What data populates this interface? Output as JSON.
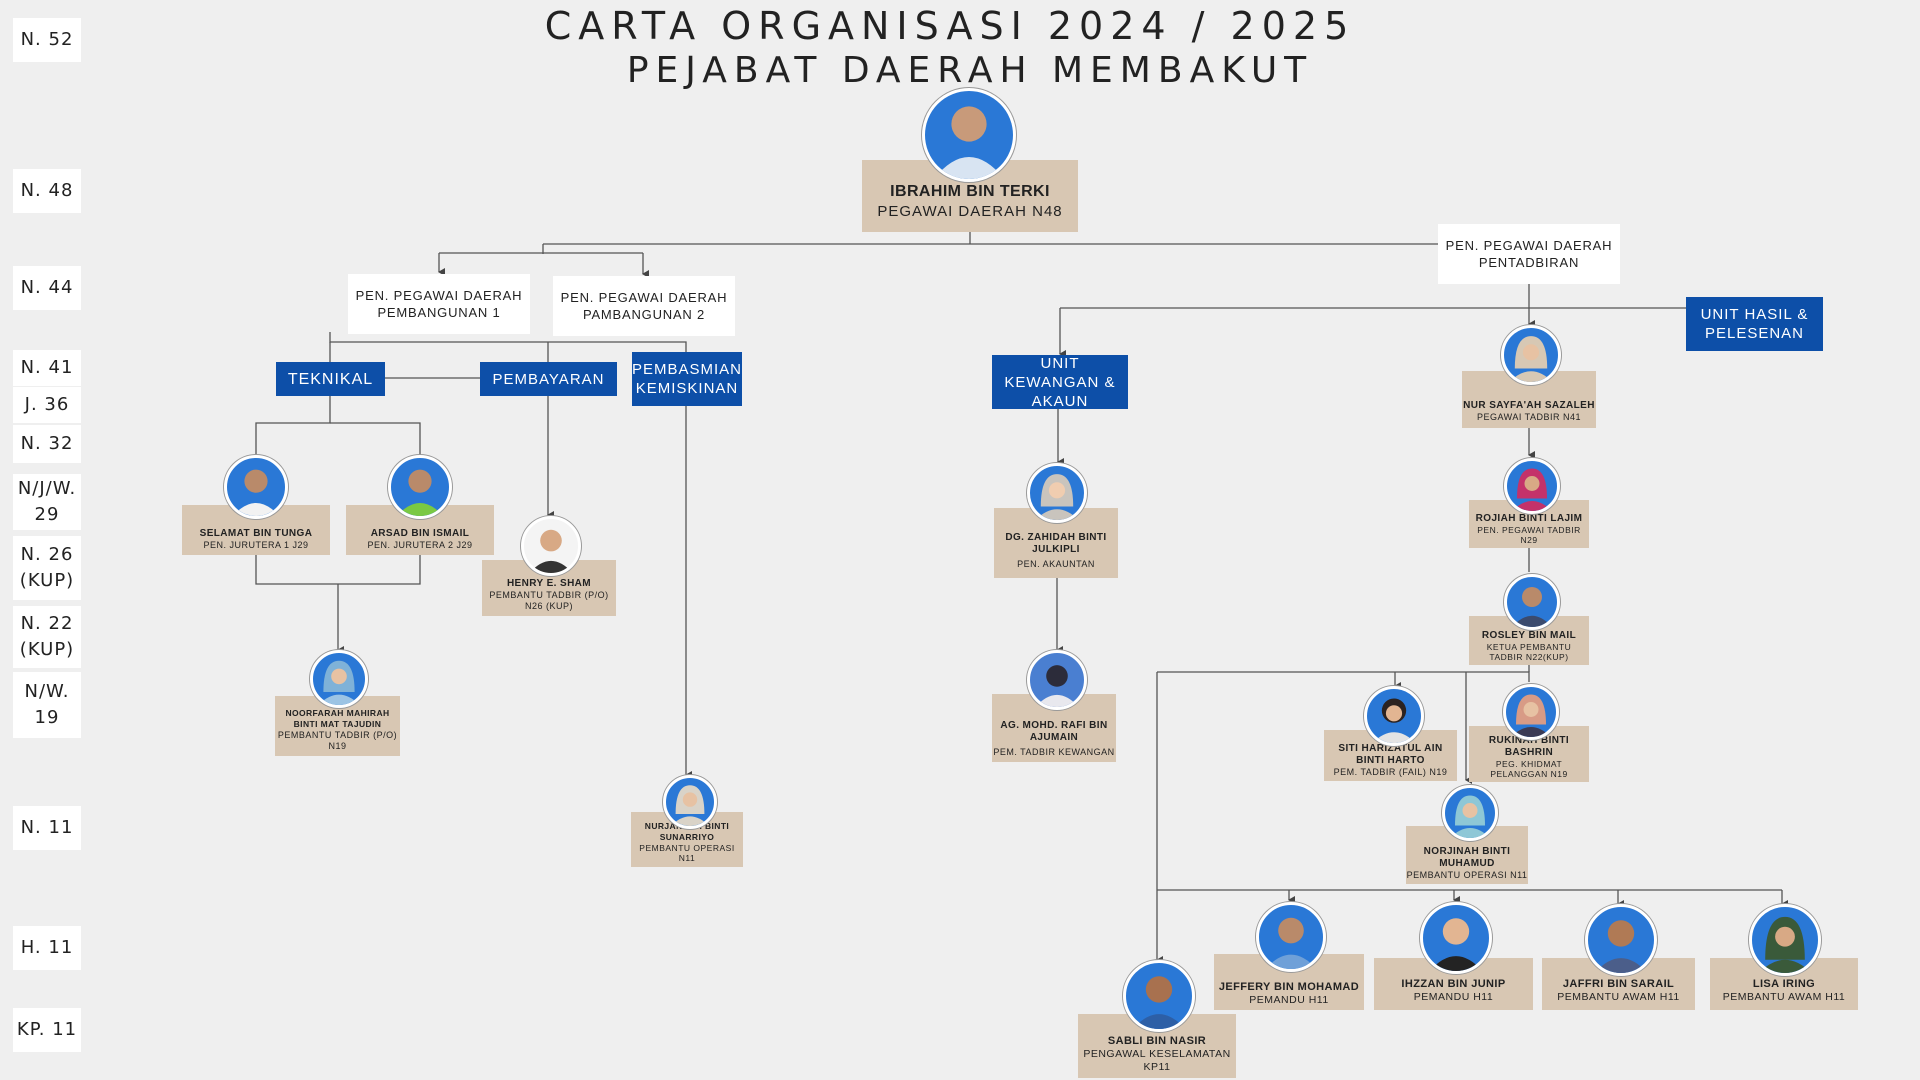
{
  "title": {
    "line1": "CARTA ORGANISASI 2024 / 2025",
    "line2": "PEJABAT DAERAH MEMBAKUT"
  },
  "grades": [
    "N. 52",
    "N. 48",
    "N. 44",
    "N. 41",
    "J. 36",
    "N. 32",
    "N/J/W. 29",
    "N. 26 (KUP)",
    "N. 22 (KUP)",
    "N/W. 19",
    "N. 11",
    "H. 11",
    "KP. 11"
  ],
  "units": {
    "pen_pembangunan_1": "PEN. PEGAWAI DAERAH PEMBANGUNAN 1",
    "pen_pembangunan_2": "PEN. PEGAWAI DAERAH PAMBANGUNAN 2",
    "pen_pentadbiran": "PEN. PEGAWAI DAERAH PENTADBIRAN",
    "teknikal": "TEKNIKAL",
    "pembayaran": "PEMBAYARAN",
    "pembasmian": "PEMBASMIAN KEMISKINAN",
    "kewangan": "UNIT KEWANGAN & AKAUN",
    "hasil": "UNIT HASIL & PELESENAN"
  },
  "people": {
    "ibrahim": {
      "name": "IBRAHIM BIN TERKI",
      "post": "PEGAWAI DAERAH N48"
    },
    "selamat": {
      "name": "SELAMAT BIN TUNGA",
      "post": "PEN. JURUTERA 1 J29"
    },
    "arsad": {
      "name": "ARSAD BIN ISMAIL",
      "post": "PEN. JURUTERA 2 J29"
    },
    "henry": {
      "name": "HENRY E. SHAM",
      "post": "PEMBANTU TADBIR (P/O) N26 (KUP)"
    },
    "noorfarah": {
      "name": "NOORFARAH MAHIRAH BINTI MAT TAJUDIN",
      "post": "PEMBANTU TADBIR (P/O) N19"
    },
    "nurjannah": {
      "name": "NURJANNAH BINTI SUNARRIYO",
      "post": "PEMBANTU OPERASI N11"
    },
    "zahidah": {
      "name": "DG. ZAHIDAH BINTI JULKIPLI",
      "post": "PEN. AKAUNTAN"
    },
    "rafi": {
      "name": "AG. MOHD. RAFI BIN AJUMAIN",
      "post": "PEM. TADBIR KEWANGAN"
    },
    "sayfaah": {
      "name": "NUR SAYFA'AH SAZALEH",
      "post": "PEGAWAI TADBIR N41"
    },
    "rojiah": {
      "name": "ROJIAH BINTI LAJIM",
      "post": "PEN. PEGAWAI TADBIR N29"
    },
    "rosley": {
      "name": "ROSLEY BIN MAIL",
      "post": "KETUA PEMBANTU TADBIR N22(KUP)"
    },
    "siti": {
      "name": "SITI HARIZATUL AIN BINTI HARTO",
      "post": "PEM. TADBIR (FAIL) N19"
    },
    "rukinah": {
      "name": "RUKINAH BINTI BASHRIN",
      "post": "PEG. KHIDMAT PELANGGAN N19"
    },
    "norjinah": {
      "name": "NORJINAH BINTI MUHAMUD",
      "post": "PEMBANTU OPERASI N11"
    },
    "jeffery": {
      "name": "JEFFERY BIN MOHAMAD",
      "post": "PEMANDU H11"
    },
    "ihzzan": {
      "name": "IHZZAN BIN JUNIP",
      "post": "PEMANDU H11"
    },
    "jaffri": {
      "name": "JAFFRI BIN SARAIL",
      "post": "PEMBANTU AWAM H11"
    },
    "lisa": {
      "name": "LISA IRING",
      "post": "PEMBANTU AWAM H11"
    },
    "sabli": {
      "name": "SABLI BIN NASIR",
      "post": "PENGAWAL KESELAMATAN KP11"
    }
  },
  "colors": {
    "background": "#efefef",
    "unit_blue": "#0d4fa8",
    "card_beige": "#d8c7b3",
    "avatar_blue": "#2a78d6"
  }
}
